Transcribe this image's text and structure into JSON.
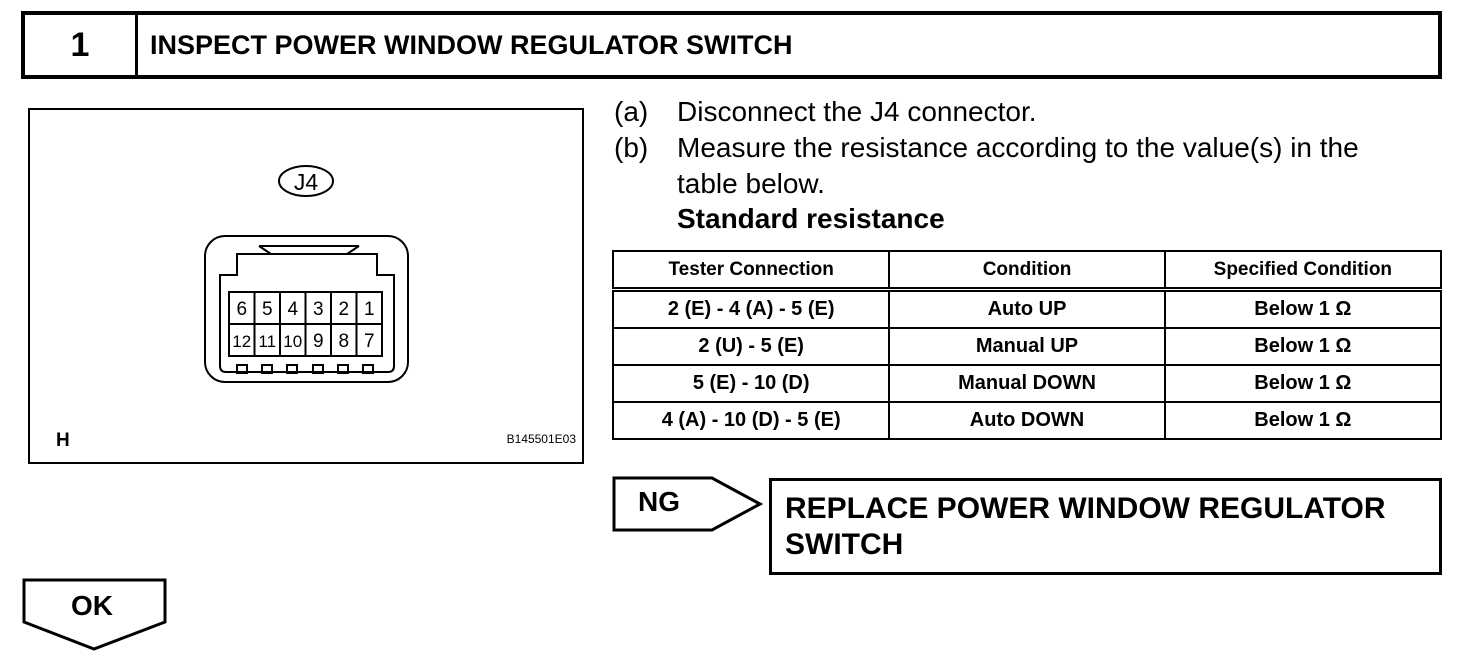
{
  "step": {
    "number": "1",
    "title": "INSPECT POWER WINDOW REGULATOR SWITCH"
  },
  "illustration": {
    "connector_label": "J4",
    "pins_top": [
      "6",
      "5",
      "4",
      "3",
      "2",
      "1"
    ],
    "pins_bottom": [
      "12",
      "11",
      "10",
      "9",
      "8",
      "7"
    ],
    "side_label": "H",
    "code": "B145501E03"
  },
  "instructions": [
    {
      "label": "(a)",
      "lines": [
        "Disconnect the J4 connector."
      ]
    },
    {
      "label": "(b)",
      "lines": [
        "Measure the resistance according to the value(s) in the",
        "table below."
      ]
    }
  ],
  "standard_label": "Standard resistance",
  "table": {
    "headers": [
      "Tester Connection",
      "Condition",
      "Specified Condition"
    ],
    "rows": [
      [
        "2 (E) - 4 (A) - 5 (E)",
        "Auto UP",
        "Below 1 Ω"
      ],
      [
        "2 (U) - 5 (E)",
        "Manual UP",
        "Below 1 Ω"
      ],
      [
        "5 (E) - 10 (D)",
        "Manual DOWN",
        "Below 1 Ω"
      ],
      [
        "4 (A) - 10 (D) - 5 (E)",
        "Auto DOWN",
        "Below 1 Ω"
      ]
    ]
  },
  "ng": {
    "label": "NG",
    "action_lines": [
      "REPLACE POWER WINDOW REGULATOR",
      "SWITCH"
    ]
  },
  "ok": {
    "label": "OK"
  }
}
